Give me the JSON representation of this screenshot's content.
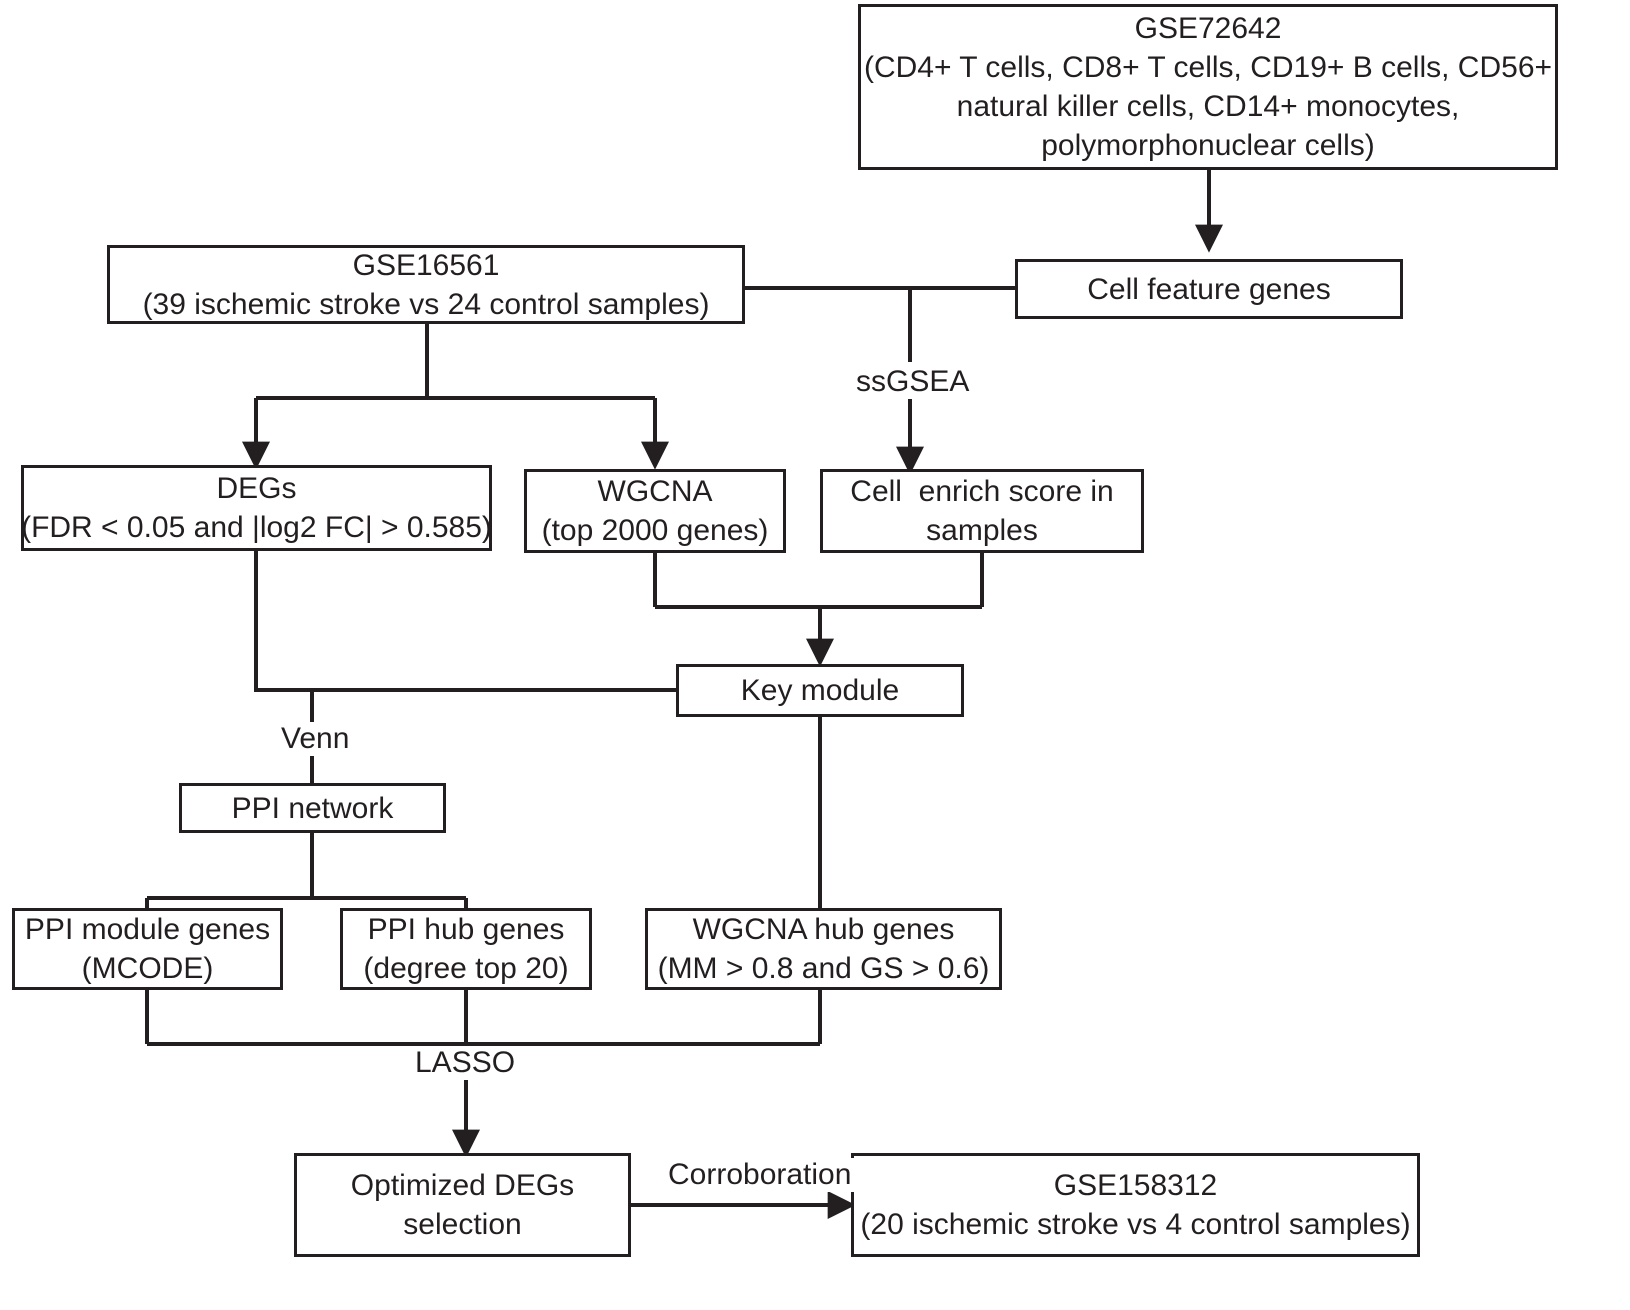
{
  "diagram": {
    "title": "Ischemic stroke bioinformatics analysis workflow",
    "stroke_color": "#231f20",
    "background_color": "#ffffff",
    "nodes": {
      "gse72642": {
        "lines": [
          "GSE72642",
          "(CD4+ T cells, CD8+ T cells, CD19+ B cells, CD56+",
          "natural killer cells, CD14+ monocytes,",
          "polymorphonuclear cells)"
        ]
      },
      "gse16561": {
        "lines": [
          "GSE16561",
          "(39 ischemic stroke vs 24 control samples)"
        ]
      },
      "cell_feature_genes": {
        "lines": [
          "Cell feature genes"
        ]
      },
      "degs": {
        "lines": [
          "DEGs",
          "(FDR < 0.05 and |log2 FC| > 0.585)"
        ]
      },
      "wgcna": {
        "lines": [
          "WGCNA",
          "(top 2000 genes)"
        ]
      },
      "cell_enrich_score": {
        "lines": [
          "Cell  enrich score in",
          "samples"
        ]
      },
      "key_module": {
        "lines": [
          "Key module"
        ]
      },
      "ppi_network": {
        "lines": [
          "PPI network"
        ]
      },
      "ppi_module_genes": {
        "lines": [
          "PPI module genes",
          "(MCODE)"
        ]
      },
      "ppi_hub_genes": {
        "lines": [
          "PPI hub genes",
          "(degree top 20)"
        ]
      },
      "wgcna_hub_genes": {
        "lines": [
          "WGCNA hub genes",
          "(MM > 0.8 and GS > 0.6)"
        ]
      },
      "optimized_degs": {
        "lines": [
          "Optimized DEGs",
          "selection"
        ]
      },
      "gse158312": {
        "lines": [
          "GSE158312",
          "(20 ischemic stroke vs 4 control samples)"
        ]
      }
    },
    "edge_labels": {
      "ssgsea": "ssGSEA",
      "venn": "Venn",
      "lasso": "LASSO",
      "corroboration": "Corroboration"
    }
  }
}
